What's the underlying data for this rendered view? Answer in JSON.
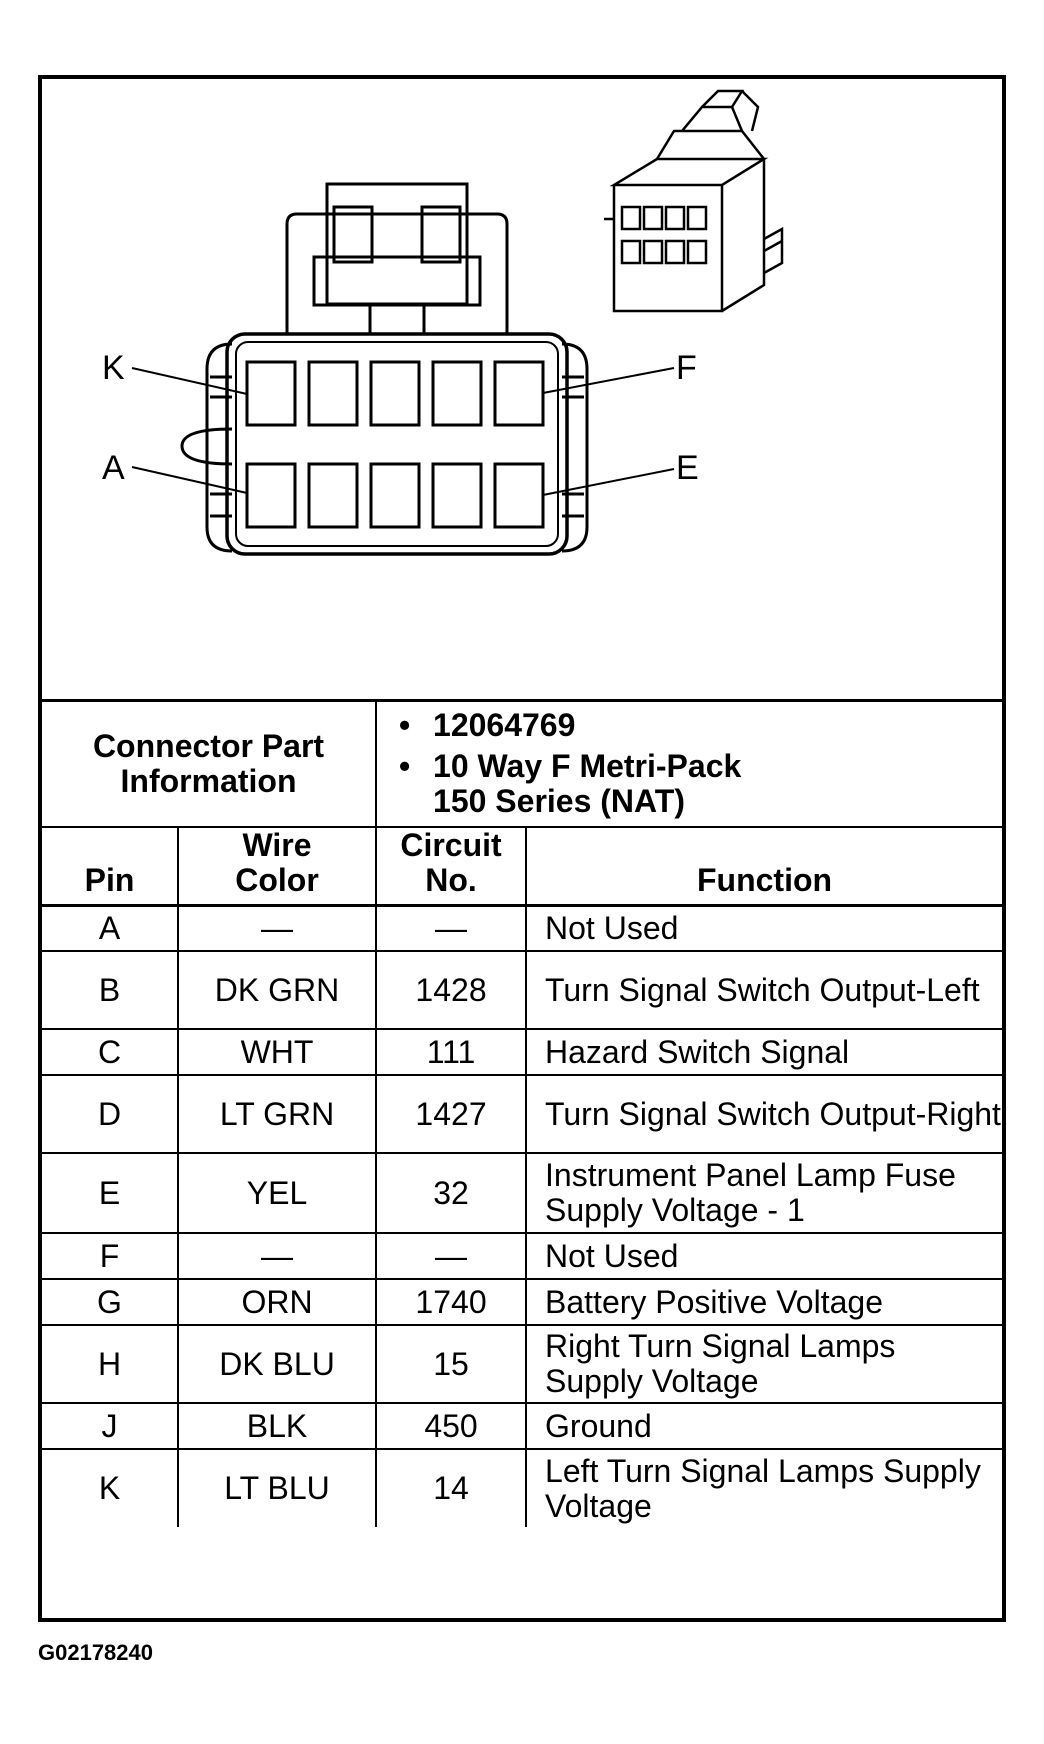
{
  "diagram": {
    "pin_labels": {
      "top_left": "K",
      "top_right": "F",
      "bottom_left": "A",
      "bottom_right": "E"
    }
  },
  "connector_info": {
    "label": "Connector Part Information",
    "items": [
      "12064769",
      "10 Way F Metri-Pack 150 Series (NAT)"
    ]
  },
  "table": {
    "headers": {
      "pin": "Pin",
      "wire_color": "Wire Color",
      "circuit_no": "Circuit No.",
      "function": "Function"
    },
    "rows": [
      {
        "pin": "A",
        "wire_color": "—",
        "circuit_no": "—",
        "function": "Not Used"
      },
      {
        "pin": "B",
        "wire_color": "DK GRN",
        "circuit_no": "1428",
        "function": "Turn Signal Switch Output-Left"
      },
      {
        "pin": "C",
        "wire_color": "WHT",
        "circuit_no": "111",
        "function": "Hazard Switch Signal"
      },
      {
        "pin": "D",
        "wire_color": "LT GRN",
        "circuit_no": "1427",
        "function": "Turn Signal Switch Output-Right"
      },
      {
        "pin": "E",
        "wire_color": "YEL",
        "circuit_no": "32",
        "function": "Instrument Panel Lamp Fuse Supply Voltage - 1"
      },
      {
        "pin": "F",
        "wire_color": "—",
        "circuit_no": "—",
        "function": "Not Used"
      },
      {
        "pin": "G",
        "wire_color": "ORN",
        "circuit_no": "1740",
        "function": "Battery Positive Voltage"
      },
      {
        "pin": "H",
        "wire_color": "DK BLU",
        "circuit_no": "15",
        "function": "Right Turn Signal Lamps Supply Voltage"
      },
      {
        "pin": "J",
        "wire_color": "BLK",
        "circuit_no": "450",
        "function": "Ground"
      },
      {
        "pin": "K",
        "wire_color": "LT BLU",
        "circuit_no": "14",
        "function": "Left Turn Signal Lamps Supply Voltage"
      }
    ]
  },
  "figure_id": "G02178240"
}
